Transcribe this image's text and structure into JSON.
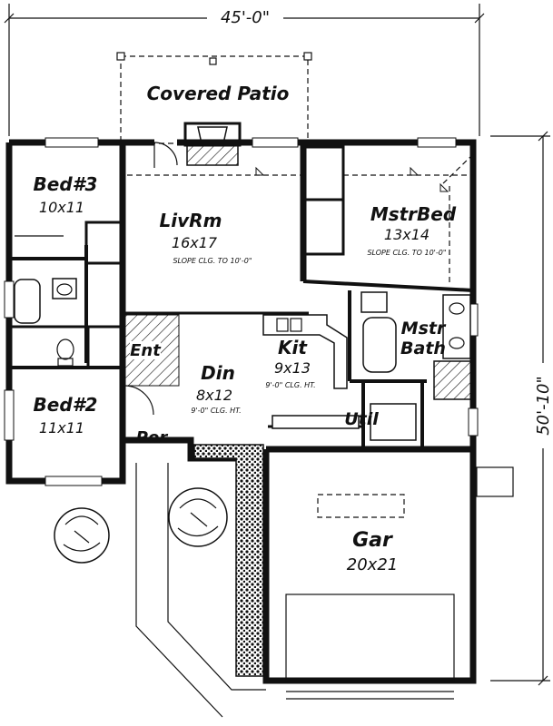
{
  "dimensions": {
    "width_label": "45'-0\"",
    "depth_label": "50'-10\""
  },
  "rooms": {
    "covered_patio": {
      "name": "Covered Patio"
    },
    "bed3": {
      "name": "Bed#3",
      "size": "10x11"
    },
    "bed2": {
      "name": "Bed#2",
      "size": "11x11"
    },
    "livrm": {
      "name": "LivRm",
      "size": "16x17",
      "note": "SLOPE CLG. TO 10'-0\""
    },
    "mstrbed": {
      "name": "MstrBed",
      "size": "13x14",
      "note": "SLOPE CLG. TO 10'-0\""
    },
    "mstrbath": {
      "name_line1": "Mstr",
      "name_line2": "Bath"
    },
    "kit": {
      "name": "Kit",
      "size": "9x13",
      "note": "9'-0\" CLG. HT."
    },
    "din": {
      "name": "Din",
      "size": "8x12",
      "note": "9'-0\" CLG. HT."
    },
    "ent": {
      "name": "Ent"
    },
    "por": {
      "name": "Por"
    },
    "util": {
      "name": "Util"
    },
    "gar": {
      "name": "Gar",
      "size": "20x21"
    }
  }
}
